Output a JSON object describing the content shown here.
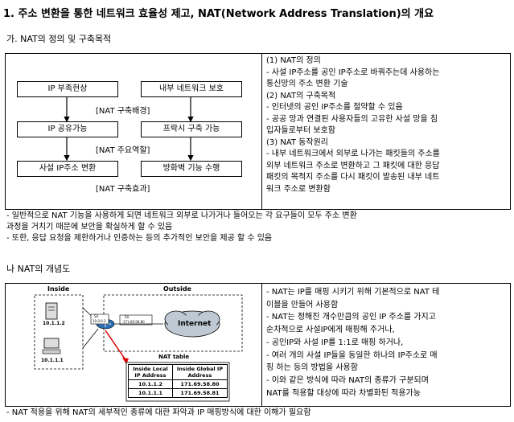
{
  "title": "1. 주소 변환을 통한 네트워크 효율성 제고, NAT(Network Address Translation)의 개요",
  "section_a": {
    "heading": "가. NAT의 정의 및 구축목적",
    "flow": {
      "box1": "IP 부족현상",
      "box2": "내부 네트워크 보호",
      "label1": "[NAT 구축배경]",
      "box3": "IP 공유가능",
      "box4": "프락시 구축 가능",
      "label2": "[NAT 주요역할]",
      "box5": "사설 IP주소 변환",
      "box6": "방화벽 기능 수행",
      "label3": "[NAT 구축효과]"
    },
    "right_lines": [
      "(1) NAT의 정의",
      "- 사설 IP주소를 공인 IP주소로 바꿔주는데 사용하는",
      "통신망의 주소 변환 기술",
      "(2) NAT의 구축목적",
      "- 인터넷의 공인 IP주소를 절약할 수 있음",
      "- 공공 망과 연결된 사용자들의 고유한 사설 망을 침",
      "입자들로부터 보호함",
      "(3) NAT 동작원리",
      "- 내부 네트워크에서 외부로 나가는 패킷들의 주소를",
      "외부 네트워크 주소로 변환하고 그 패킷에 대한 응답",
      "패킷의 목적지 주소를 다시 패킷이 발송된 내부 네트",
      "워크 주소로 변환함"
    ],
    "notes": [
      "- 일반적으로 NAT 기능을 사용하게 되면 네트워크 외부로 나가거나 들어오는 각 요구들이 모두 주소 변환",
      "과정을 거치기 때문에 보안을 확실하게 할 수 있음",
      "- 또한, 응답 요청을 제한하거나 인증하는 등의 추가적인 보안을 제공 할 수 있음"
    ]
  },
  "section_b": {
    "heading": "나 NAT의 개념도",
    "diagram": {
      "inside_label": "Inside",
      "outside_label": "Outside",
      "host1_ip": "10.1.1.2",
      "host2_ip": "10.1.1.1",
      "pkt1_sa": "SA",
      "pkt1_addr": "10.0.0.3",
      "pkt2_sa": "SA",
      "pkt2_addr": "171.69.58.80",
      "internet_label": "Internet",
      "nat_table_title": "NAT table",
      "col1": "Inside Local IP Address",
      "col2": "Inside Global IP Address",
      "rows": [
        [
          "10.1.1.2",
          "171.69.58.80"
        ],
        [
          "10.1.1.1",
          "171.69.58.81"
        ]
      ]
    },
    "right_lines": [
      "- NAT는 IP를 매핑 시키기 위해 기본적으로 NAT 테",
      "이블을 만들어 사용함",
      "- NAT는 정해진 개수만큼의 공인 IP 주소를 가지고",
      "순차적으로 사설IP에게 매핑해 주거나,",
      "- 공인IP와 사설 IP를 1:1로 매핑 하거나,",
      "- 여러 개의 사설 IP들을 동일한 하나의 IP주소로 매",
      "핑 하는 등의 방법을 사용함",
      "- 이와 같은 방식에 따라 NAT의 종류가 구분되며",
      "NAT를 적용할 대상에 따라 차별화된 적용가능"
    ],
    "note": "- NAT 적용을 위해 NAT의 세부적인 종류에 대한 파악과 IP 매핑방식에 대한 이해가 필요함"
  }
}
